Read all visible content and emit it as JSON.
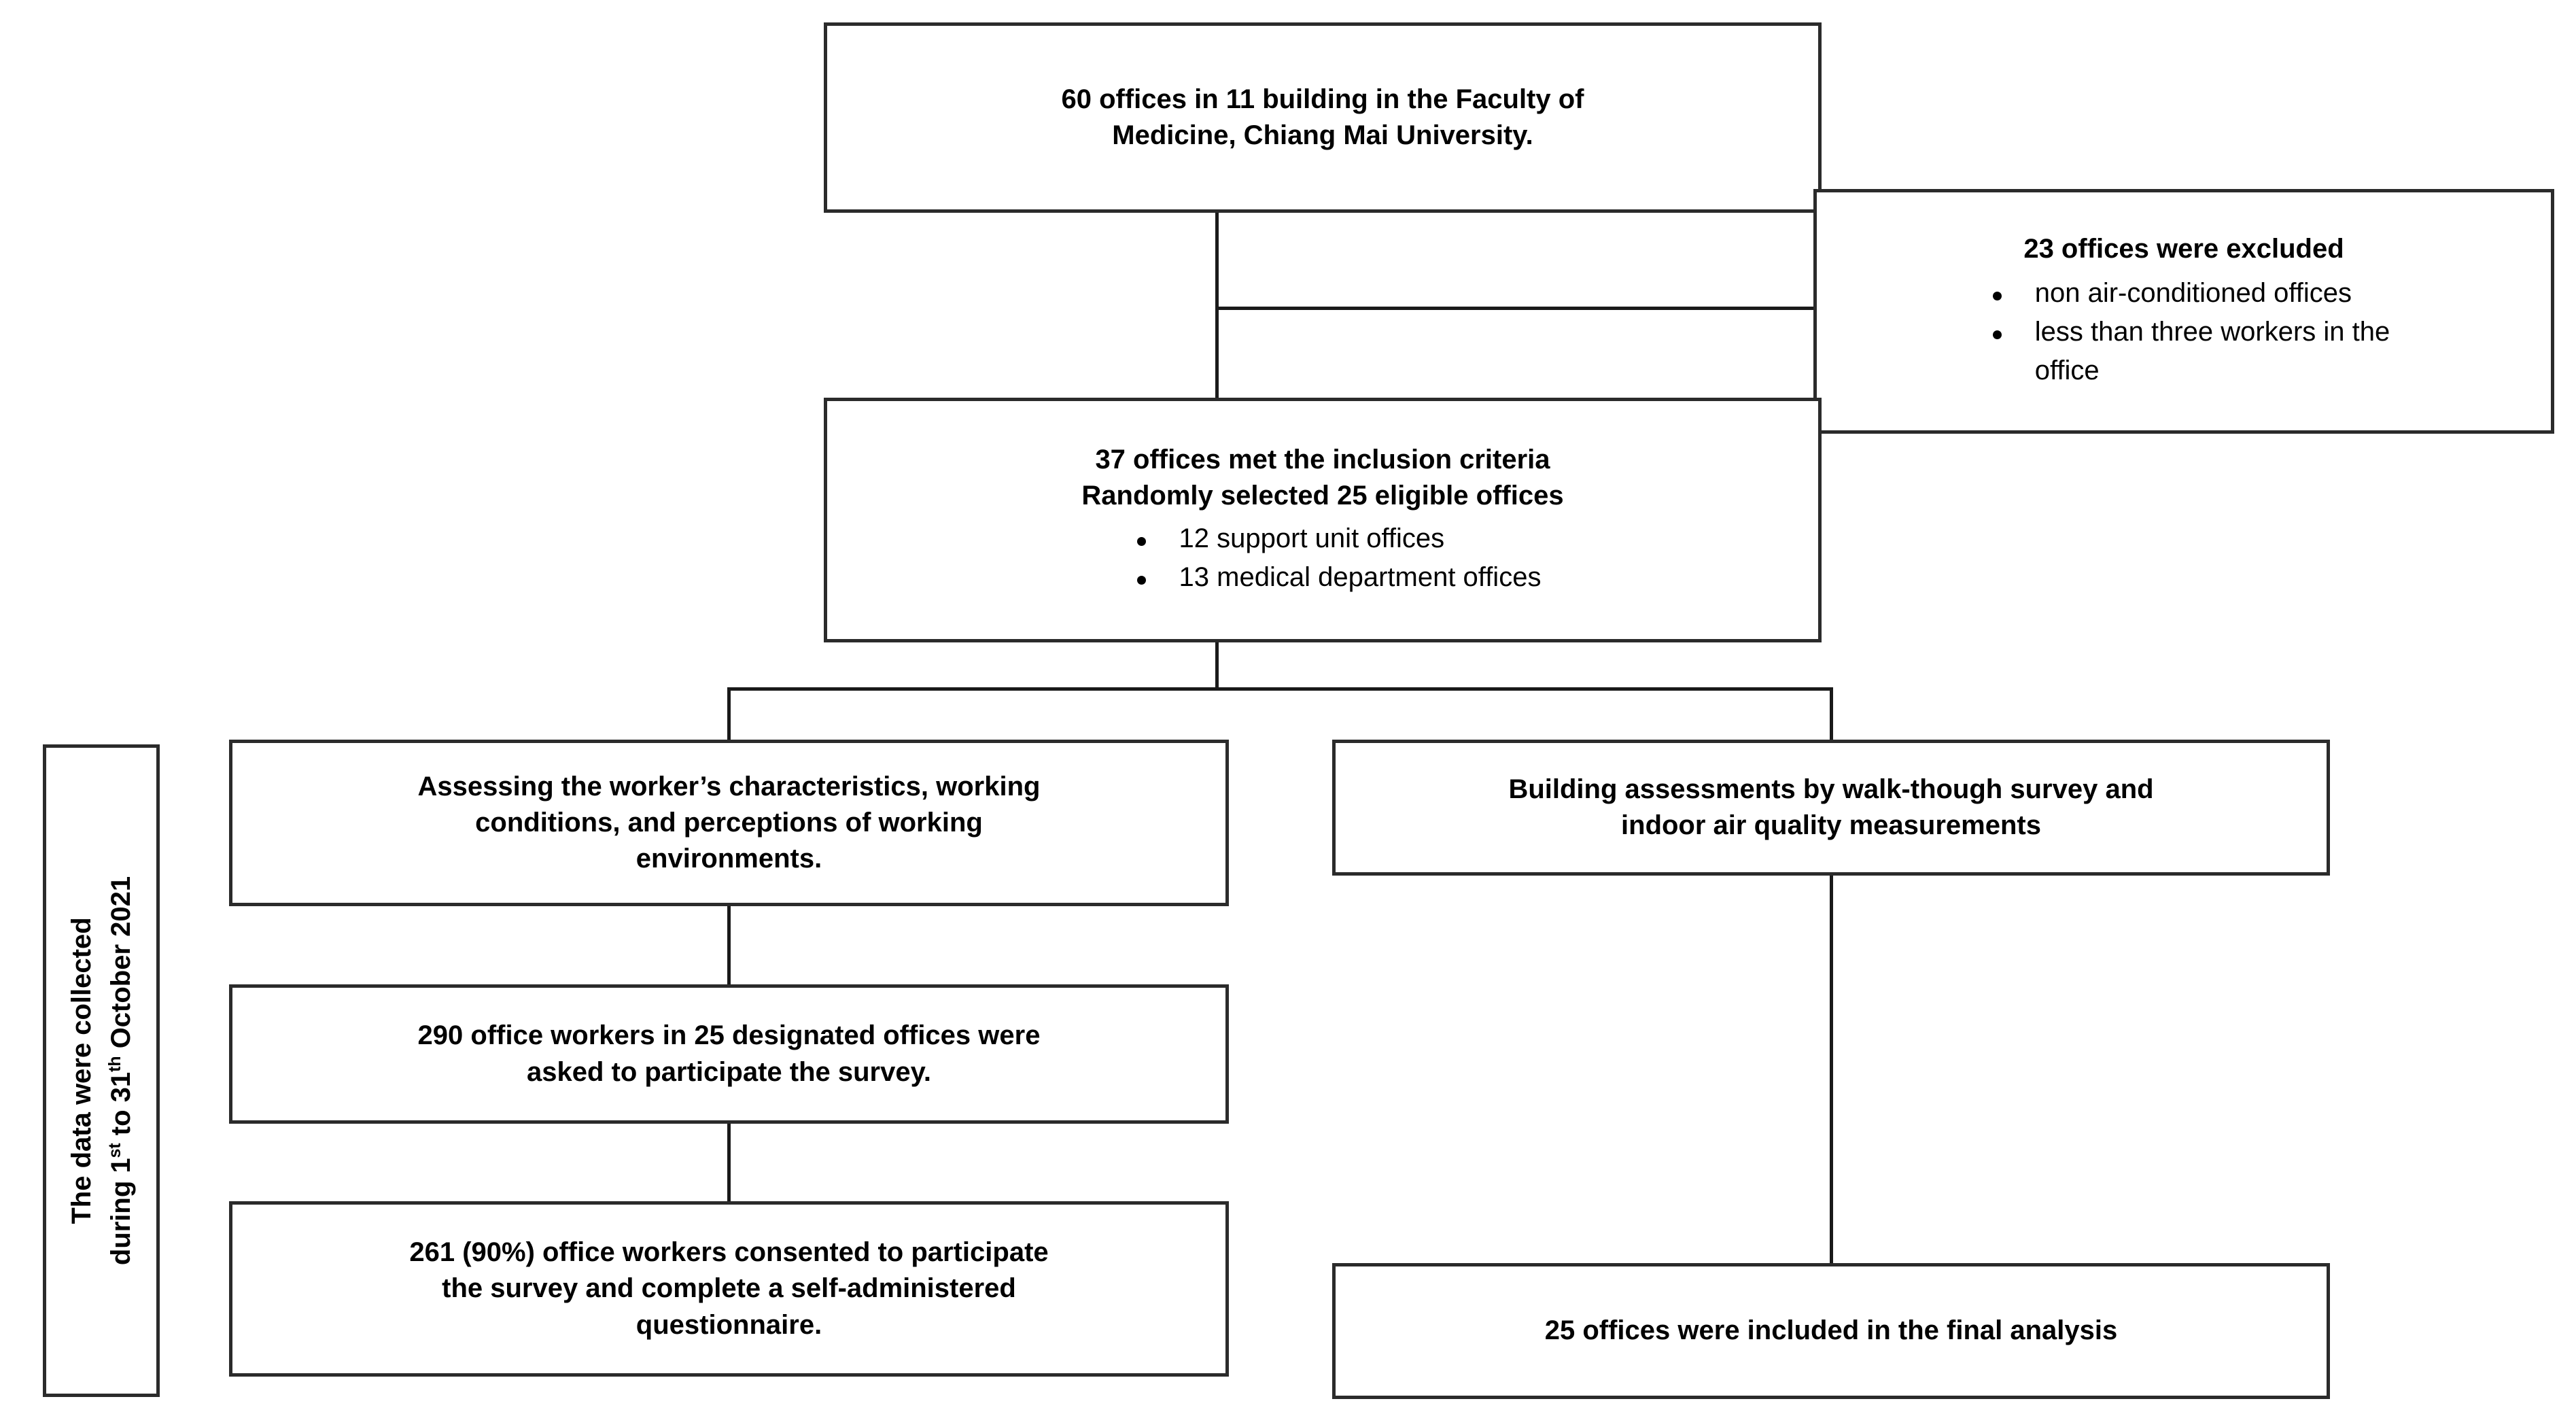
{
  "diagram": {
    "title_nodes": {
      "source_population": {
        "line1": "60 offices in 11 building in the Faculty of",
        "line2": "Medicine, Chiang Mai University."
      },
      "excluded": {
        "heading": "23 offices were excluded",
        "items": [
          "non air-conditioned offices",
          "less than three workers in the",
          "office"
        ]
      },
      "included": {
        "line1": "37 offices met the inclusion criteria",
        "line2": "Randomly selected 25 eligible offices",
        "items": [
          "12 support unit offices",
          "13 medical department offices"
        ]
      },
      "worker_assessment": {
        "line1": "Assessing the worker’s characteristics, working",
        "line2": "conditions, and perceptions of working",
        "line3": "environments."
      },
      "building_assessment": {
        "line1": "Building assessments by walk-though survey and",
        "line2": "indoor air quality measurements"
      },
      "invited_workers": {
        "line1": "290 office workers in 25 designated offices were",
        "line2": "asked to participate the survey."
      },
      "consented_workers": {
        "line1": "261 (90%) office workers consented to participate",
        "line2": "the survey and complete a self-administered",
        "line3": "questionnaire."
      },
      "final_offices": {
        "line1": "25 offices were included in the final analysis"
      }
    },
    "sidebar": {
      "line1": "The data were collected",
      "line2_pre": "during 1",
      "line2_sup1": "st",
      "line2_mid": " to 31",
      "line2_sup2": "th",
      "line2_post": " October 2021"
    },
    "colors": {
      "box_border": "#2b2b2b",
      "connector": "#1a1a1a",
      "background": "#ffffff",
      "text": "#000000"
    }
  }
}
